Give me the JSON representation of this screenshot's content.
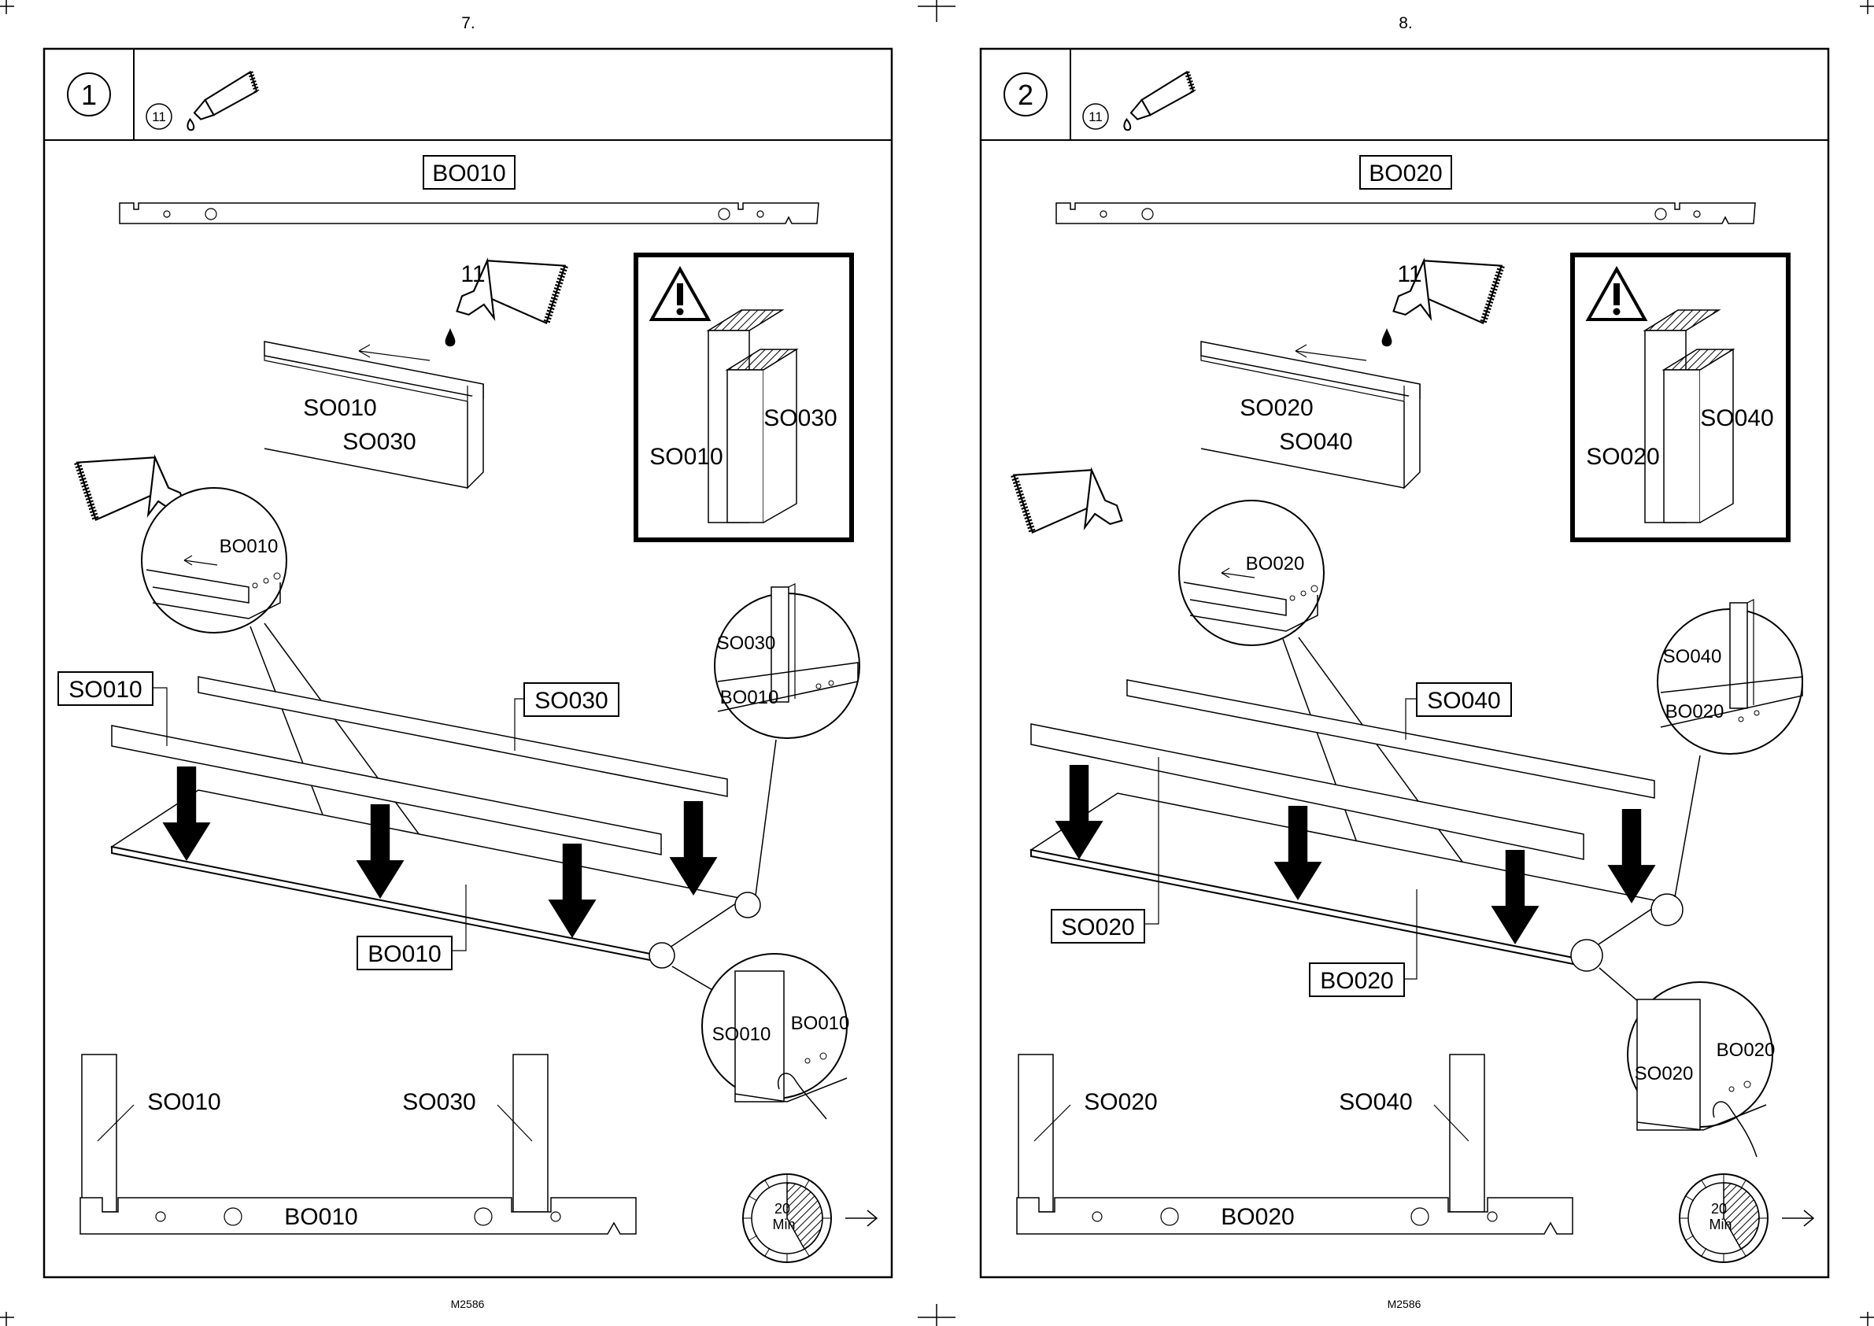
{
  "pages": [
    {
      "page_number": "7.",
      "step_number": "1",
      "glue_ref": "11",
      "footer_code": "M2586",
      "rail_label": "BO010",
      "rail_label_bottom": "BO010",
      "glue_callout": "11",
      "strip_labels": [
        "SO010",
        "SO030"
      ],
      "warning_labels": {
        "left": "SO010",
        "right": "SO030"
      },
      "zoom_top_left": "BO010",
      "zoom_right_upper": {
        "a": "SO030",
        "b": "BO010"
      },
      "zoom_right_lower": {
        "a": "SO010",
        "b": "BO010"
      },
      "assembly_labels": {
        "front": "SO010",
        "back": "SO030",
        "base": "BO010"
      },
      "bottom_labels": {
        "left": "SO010",
        "right": "SO030",
        "base": "BO010"
      },
      "timer": {
        "value": "20",
        "unit": "Min"
      }
    },
    {
      "page_number": "8.",
      "step_number": "2",
      "glue_ref": "11",
      "footer_code": "M2586",
      "rail_label": "BO020",
      "rail_label_bottom": "BO020",
      "glue_callout": "11",
      "strip_labels": [
        "SO020",
        "SO040"
      ],
      "warning_labels": {
        "left": "SO020",
        "right": "SO040"
      },
      "zoom_top_left": "BO020",
      "zoom_right_upper": {
        "a": "SO040",
        "b": "BO020"
      },
      "zoom_right_lower": {
        "a": "SO020",
        "b": "BO020"
      },
      "assembly_labels": {
        "front": "SO020",
        "back": "SO040",
        "base": "BO020"
      },
      "bottom_labels": {
        "left": "SO020",
        "right": "SO040",
        "base": "BO020"
      },
      "timer": {
        "value": "20",
        "unit": "Min"
      }
    }
  ],
  "icons": [
    "glue-tube-icon",
    "warning-triangle-icon",
    "timer-clock-icon",
    "next-arrow-icon",
    "push-hand-icon"
  ]
}
